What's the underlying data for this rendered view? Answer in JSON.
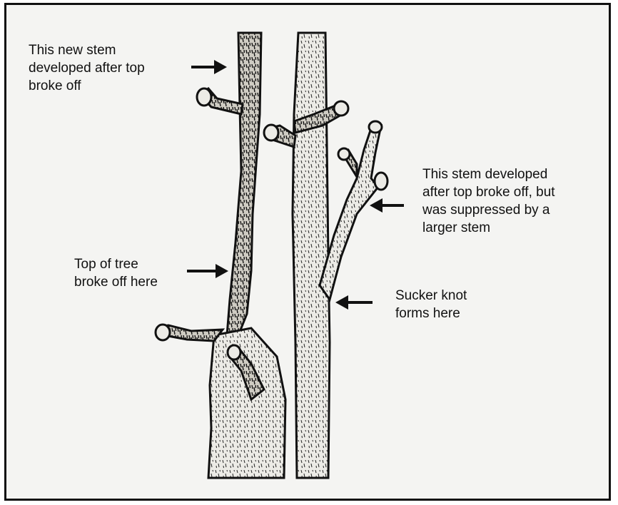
{
  "labels": {
    "new_stem": [
      "This new stem",
      "developed after top",
      "broke off"
    ],
    "suppressed_stem": [
      "This stem developed",
      "after top broke off, but",
      "was suppressed by a",
      "larger stem"
    ],
    "top_broke": [
      "Top of tree",
      "broke off here"
    ],
    "sucker_knot": [
      "Sucker knot",
      "forms here"
    ]
  },
  "colors": {
    "ink": "#111111",
    "paper": "#f4f4f2",
    "bark_light": "#ecebe6",
    "bark_mid": "#d9d7cf"
  }
}
